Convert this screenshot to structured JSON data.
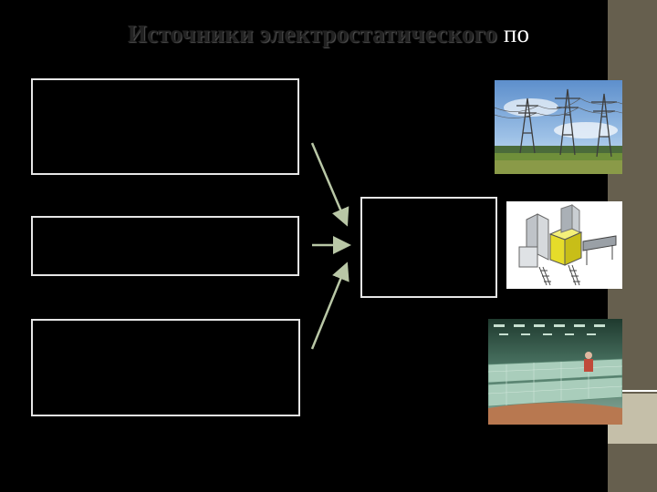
{
  "slide": {
    "title_main": "Источники электростатического",
    "title_tail": "по"
  },
  "colors": {
    "background": "#000000",
    "box_border": "#e6e6e6",
    "arrow": "#b9c7a6",
    "side_panel": "#665f4e",
    "side_accent": "#c5bfa9"
  },
  "images": {
    "first": "power-line-towers-photo",
    "second": "industrial-machine-illustration",
    "third": "factory-floor-photo"
  }
}
